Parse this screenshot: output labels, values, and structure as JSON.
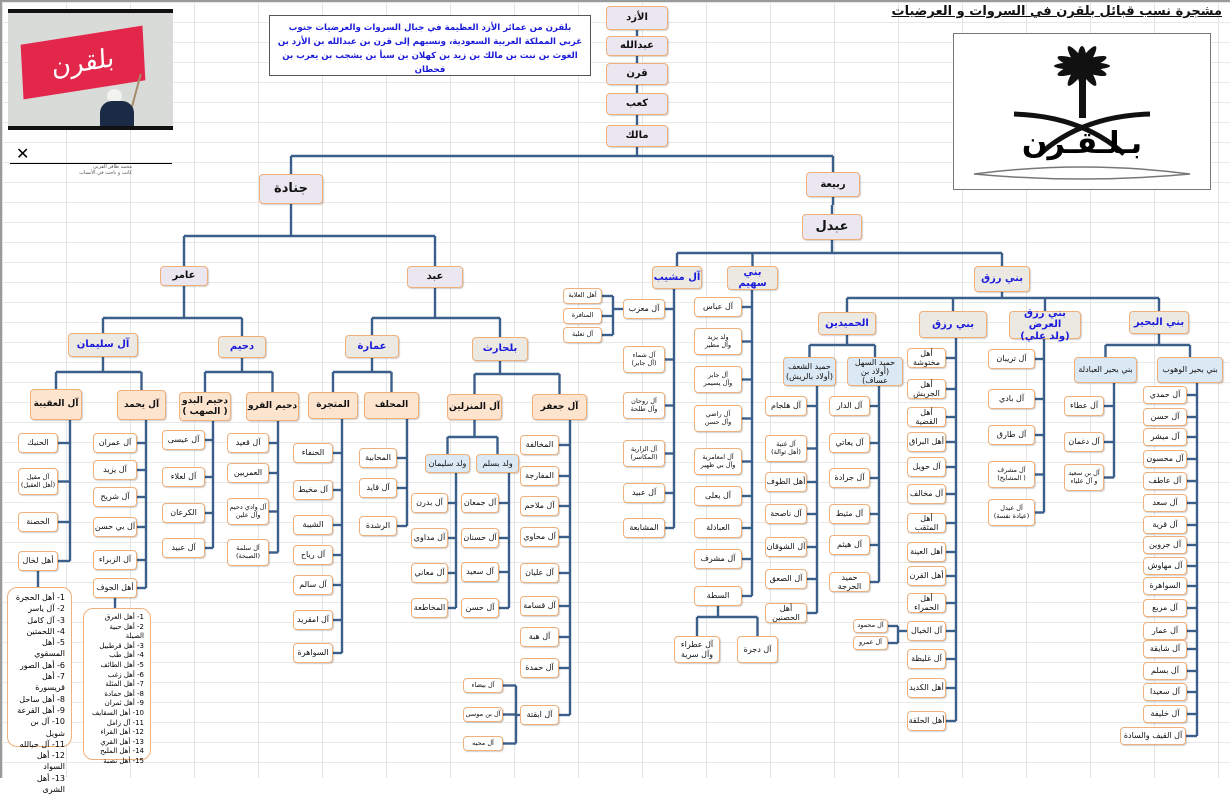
{
  "title": "مشجرة نسب قبائل بلقرن في السروات و العرضيات",
  "description": "بلقرن من عمائر الأزد العظيمة في جبال السروات والعرضيات جنوب غربي المملكة العربية السعودية، ونسبهم إلى قرن بن عبدالله بن الأزد بن الغوث بن نبت بن مالك بن زيد بن كهلان بن سبأ بن يشجب بن يعرب بن قحطان",
  "photo_flag_text": "بلقرن",
  "logo_text": "بـلـقـرن",
  "signature": {
    "mark": "✕",
    "name": "محمد ظافر القرني",
    "role": "كاتب و باحث في الأنساب"
  },
  "colors": {
    "line": "#3a5f8a",
    "box_border": "#f0b07a",
    "clan_text": "#1a1adb",
    "major_fill": "#fde4cf",
    "sub_fill": "#dbe9f4"
  },
  "nodes": {
    "azd": "الأزد",
    "abdullah": "عبدالله",
    "qarn": "قرن",
    "kaab": "كعب",
    "malik": "مالك",
    "junada": "جنادة",
    "rabia": "ربيعة",
    "abdal": "عبدل",
    "amir": "عامر",
    "abd": "عبد",
    "al_sulaiman": "آل سليمان",
    "duhaim": "دحيم",
    "imara": "عمارة",
    "balharith": "بلحارث",
    "aqiba": "آل العقيبة",
    "yahmad": "آل يحمد",
    "duhaim_badw": "دحيم البدو\n( الصهب )",
    "duhaim_qaru": "دحيم القرو",
    "mutjira": "المتجرة",
    "muhalif": "المحلف",
    "manzalin": "آل المنزلين",
    "jaafar": "آل جعفر",
    "walad_sulaiman": "ولد سليمان",
    "walad_baslam": "ولد بسلم",
    "al_mushaib": "آل مشيب",
    "bani_suhaim": "بني سهيم",
    "bani_rizq": "بني رزق",
    "humaidin": "الحميدين",
    "bani_rizq_inner": "بني رزق",
    "rizq_ard": "بني رزق العرض\n(ولد علي)",
    "buhair": "بني البحير",
    "humaid_shaaf": "حميد الشعف\n(أولاد بالريش)",
    "humaid_sahl": "حميد السهل\n(أولاد بن عساف)",
    "buhair_abadila": "بني بحير العبادلة",
    "buhair_wahub": "بني بحير الوهوب",
    "atra": "آل عطراء\nوآل سرية",
    "dajra": "آل دجرة"
  },
  "columns": {
    "aqiba": [
      "الحنبك",
      "آل مقيل\n(أهل العقيل)",
      "الحصنة",
      "أهل لخال"
    ],
    "yahmad": [
      "آل عمران",
      "آل يزيد",
      "آل شريح",
      "آل بي حسن",
      "آل الزبراء",
      "أهل الجوف"
    ],
    "duhaim_badw": [
      "آل عيسى",
      "آل لعلاء",
      "الكرعان",
      "آل عبيد"
    ],
    "duhaim_qaru": [
      "آل قعيد",
      "العمريين",
      "آل وادي دحيم\nوآل علين",
      "آل سلمة\n(الصبحة)"
    ],
    "mutjira": [
      "الحنفاء",
      "آل مخيط",
      "الشيبة",
      "آل رياح",
      "آل سالم",
      "آل امقريد",
      "السواهرة"
    ],
    "muhalif": [
      "المحابية",
      "آل قايد",
      "الرشدة"
    ],
    "walad_sulaiman": [
      "آل بدرن",
      "آل مداوي",
      "آل معاني",
      "المخاطعة"
    ],
    "walad_baslam": [
      "آل جمعان",
      "آل حسنان",
      "آل سعيد",
      "آل حسن"
    ],
    "jaafar": [
      "المخالفة",
      "المفارجة",
      "آل ملاحم",
      "آل محاوي",
      "آل عليان",
      "آل قسامة",
      "آل هبة",
      "آل حمدة",
      "آل ابقتة"
    ],
    "al_mushaib": [
      "آل معزب",
      "آل شماء\n(آل جابر)",
      "آل روحان\nوآل طلحة",
      "آل الزارية\n(المكاسر)",
      "آل عبيد",
      "المشابعة"
    ],
    "bani_suhaim": [
      "آل عباس",
      "ولد يزيد\nوآل مطير",
      "آل جابر\nوآل يسيمر",
      "آل راضي\nوآل حسن",
      "آل امعامرية\nوآل بي ظهير",
      "آل يعلى",
      "العبادلة",
      "آل مشرف",
      "السطة"
    ],
    "humaid_shaaf": [
      "آل هلجام",
      "آل غتية\n(أهل ثوالة)",
      "أهل الطوف",
      "آل ناصحة",
      "آل الشوقان",
      "آل الصعق",
      "أهل الحصنين"
    ],
    "humaid_sahl": [
      "آل الدار",
      "آل يعاتي",
      "آل جرادة",
      "آل مثيط",
      "آل هيثم",
      "حميد الحرجة"
    ],
    "bani_rizq_inner": [
      "أهل مختوشة",
      "أهل الجريش",
      "أهل القضية",
      "أهل البراق",
      "آل حويل",
      "آل مخالف",
      "أهل المثقب",
      "أهل العينة",
      "أهل القرن",
      "أهل الحمراء",
      "آل الخيال",
      "آل غليظة",
      "أهل الكديد",
      "أهل الحلقة"
    ],
    "rizq_ard": [
      "آل تريبان",
      "آل بادي",
      "آل طارق",
      "آل مشرف\n( المشايخ)",
      "آل عيدل\n(عيادة نفسة)"
    ],
    "buhair_abadila": [
      "آل عطاء",
      "آل دغمان",
      "آل بن سعيد\nو آل علياء"
    ],
    "buhair_wahub": [
      "آل حمدي",
      "آل حسن",
      "آل ميشر",
      "آل محسون",
      "آل عاطف",
      "آل سعد",
      "آل قرية",
      "آل جروين",
      "آل مهاوش",
      "السواهرة",
      "آل مربع",
      "آل عمار",
      "آل شايقة",
      "آل بسلم",
      "آل سعيدا",
      "آل خليفة",
      "آل القيف والسادة"
    ]
  },
  "subcolumns": {
    "muazzab": [
      "أهل العلاية",
      "المنافرة",
      "آل ثعلبة"
    ],
    "ibqata": [
      "آل بيضاء",
      "آل بن موسى",
      "آل محيه"
    ],
    "khayyal": [
      "آل محمود",
      "آل عمرو"
    ]
  },
  "lists": {
    "lakhal": [
      "1- أهل الحجرة",
      "2- آل ياسر",
      "3- آل كامل",
      "4- اللحمتين",
      "5- أهل المسقوي",
      "6- أهل الصور",
      "7- أهل قريسورة",
      "8- أهل ساحل",
      "9- أهل القرعة",
      "10- آل بن شويل",
      "11- آل حبالله",
      "12- أهل السواد",
      "13- أهل الشرى"
    ],
    "jawf": [
      "1- أهل العرق",
      "2- أهل حبية الصيلة",
      "3- أهل قرطبيل",
      "4- أهل طب",
      "5- أهل الطائف",
      "6- أهل زغب",
      "7- أهل المثلة",
      "8- أهل حمادة",
      "9- أهل ثمران",
      "10- أهل السقايف",
      "11- آل زامل",
      "12- أهل القراء",
      "13- أهل القري",
      "14- أهل الملبح",
      "15- أهل نصبة"
    ]
  }
}
